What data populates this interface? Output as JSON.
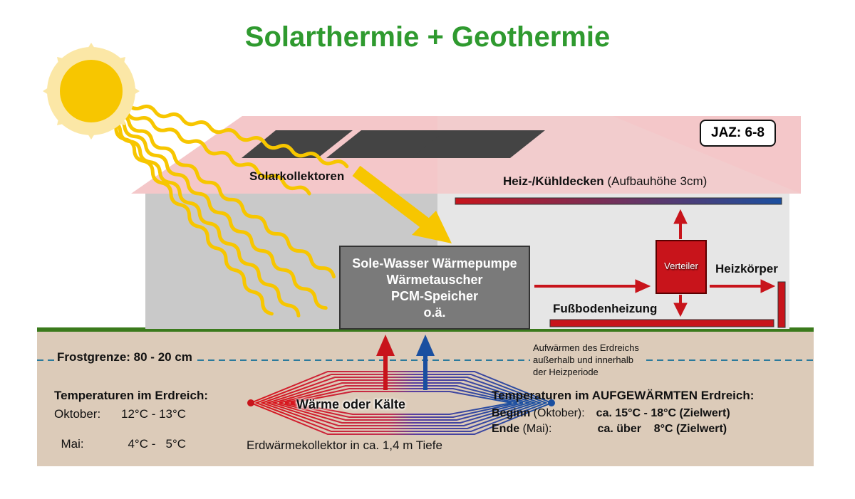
{
  "title": "Solarthermie + Geothermie",
  "jaz": "JAZ: 6-8",
  "labels": {
    "solar_collectors": "Solarkollektoren",
    "ceiling_title": "Heiz-/Kühldecken",
    "ceiling_note": "(Aufbauhöhe 3cm)",
    "heat_pump_lines": [
      "Sole-Wasser Wärmepumpe",
      "Wärmetauscher",
      "PCM-Speicher",
      "o.ä."
    ],
    "distributor": "Verteiler",
    "radiator": "Heizkörper",
    "floor_heating": "Fußbodenheizung",
    "frost_line": "Frostgrenze: 80 - 20 cm",
    "warming_note": [
      "Aufwärmen des Erdreichs",
      "außerhalb und innerhalb",
      "der Heizperiode"
    ],
    "collector_label": "Wärme oder Kälte",
    "collector_depth": "Erdwärmekollektor in ca. 1,4 m Tiefe"
  },
  "left_table": {
    "heading": "Temperaturen im Erdreich:",
    "rows": [
      {
        "month": "Oktober:",
        "range": "12°C - 13°C"
      },
      {
        "month": "Mai:",
        "range": "4°C -   5°C"
      }
    ]
  },
  "right_table": {
    "heading": "Temperaturen im AUFGEWÄRMTEN Erdreich:",
    "rows": [
      {
        "label": "Beginn",
        "paren": "(Oktober):",
        "value": "ca. 15°C - 18°C (Zielwert)"
      },
      {
        "label": "Ende",
        "paren": "(Mai):",
        "value": "ca. über    8°C (Zielwert)"
      }
    ]
  },
  "colors": {
    "title_green": "#2f9a2f",
    "sun_yellow": "#f7c600",
    "roof_pink": "#f4c7c9",
    "ground": "#dccbb9",
    "grass": "#3b7a1c",
    "hot_red": "#c8141b",
    "cold_blue": "#1a4fa0",
    "frost_line": "#2b7a9c"
  },
  "icons": {
    "sun": "sun-icon",
    "solar_panel": "solar-panel-icon",
    "arrow": "arrow-icon"
  }
}
